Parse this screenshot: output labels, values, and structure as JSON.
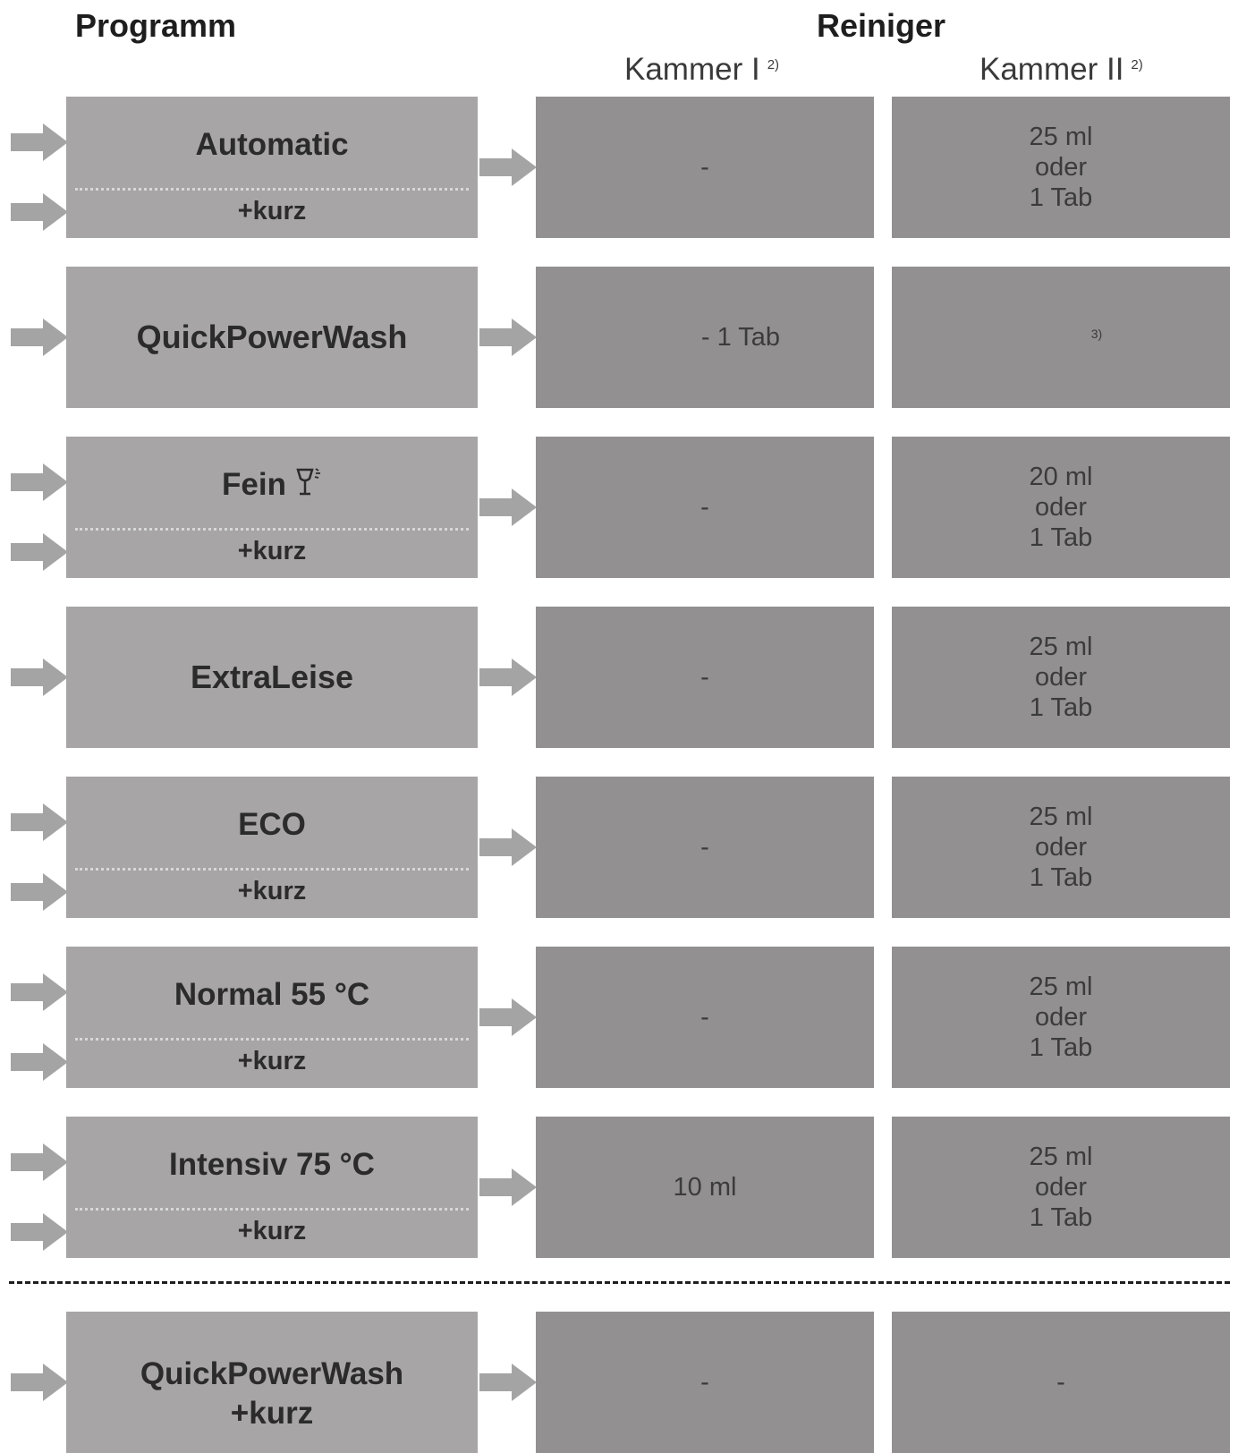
{
  "headers": {
    "programm": "Programm",
    "reiniger": "Reiniger",
    "kammer1": "Kammer I",
    "kammer1_note": "2)",
    "kammer2": "Kammer II",
    "kammer2_note": "2)"
  },
  "rows": [
    {
      "name": "Automatic",
      "kurz": "+kurz",
      "kammer1": "-",
      "kammer2": [
        "25 ml",
        "oder",
        "1 Tab"
      ]
    },
    {
      "name": "QuickPowerWash",
      "kammer1": "- 1 Tab",
      "kammer2_note": "3)"
    },
    {
      "name": "Fein",
      "icon": "wine-glass-icon",
      "kurz": "+kurz",
      "kammer1": "-",
      "kammer2": [
        "20 ml",
        "oder",
        "1 Tab"
      ]
    },
    {
      "name": "ExtraLeise",
      "kammer1": "-",
      "kammer2": [
        "25 ml",
        "oder",
        "1 Tab"
      ]
    },
    {
      "name": "ECO",
      "kurz": "+kurz",
      "kammer1": "-",
      "kammer2": [
        "25 ml",
        "oder",
        "1 Tab"
      ]
    },
    {
      "name": "Normal 55 °C",
      "kurz": "+kurz",
      "kammer1": "-",
      "kammer2": [
        "25 ml",
        "oder",
        "1 Tab"
      ]
    },
    {
      "name": "Intensiv 75 °C",
      "kurz": "+kurz",
      "kammer1": "10 ml",
      "kammer2": [
        "25 ml",
        "oder",
        "1 Tab"
      ]
    },
    {
      "name": "QuickPowerWash",
      "name2": "+kurz",
      "kammer1": "-",
      "kammer2": "-"
    }
  ],
  "colors": {
    "program_cell": "#a7a5a6",
    "chamber_cell": "#929091",
    "arrow": "#a4a4a4"
  }
}
